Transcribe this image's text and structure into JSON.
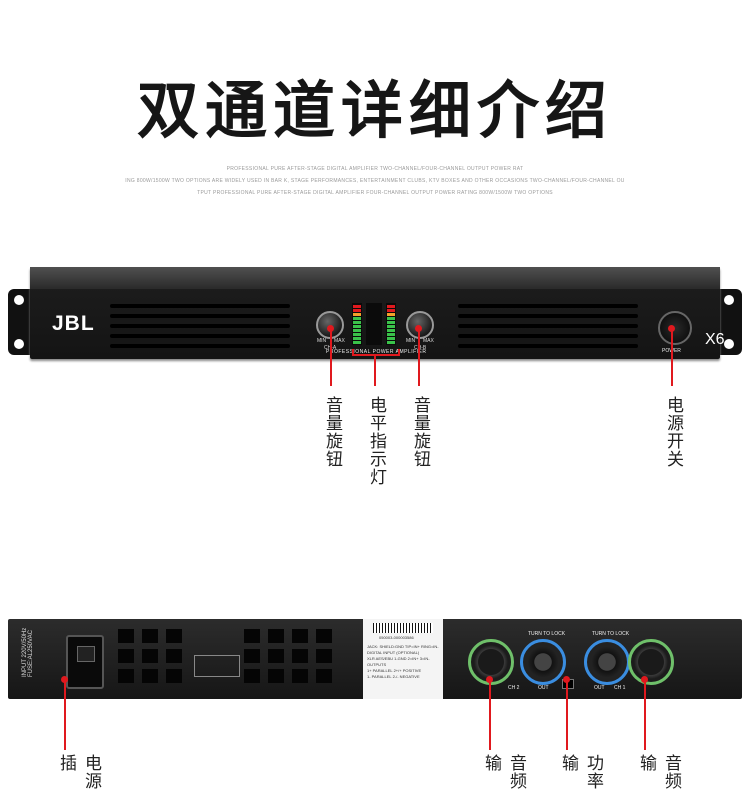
{
  "heading": "双通道详细介绍",
  "subtitle_lines": [
    "PROFESSIONAL PURE AFTER-STAGE DIGITAL AMPLIFIER TWO-CHANNEL/FOUR-CHANNEL OUTPUT POWER RAT",
    "ING 800W/1500W TWO OPTIONS ARE WIDELY USED IN BAR K, STAGE PERFORMANCES, ENTERTAINMENT CLUBS, KTV BOXES AND OTHER OCCASIONS TWO-CHANNEL/FOUR-CHANNEL OU",
    "TPUT PROFESSIONAL PURE AFTER-STAGE DIGITAL AMPLIFIER FOUR-CHANNEL OUTPUT POWER RATING 800W/1500W TWO OPTIONS"
  ],
  "front_panel": {
    "brand": "JBL",
    "model": "X6",
    "panel_label": "PROFESSIONAL POWER AMPLIFIER",
    "knob_a": {
      "min": "MIN",
      "max": "MAX",
      "channel": "CH-A"
    },
    "knob_b": {
      "min": "MIN",
      "max": "MAX",
      "channel": "CH-B"
    },
    "power_label": "POWER"
  },
  "front_callouts": {
    "volume_knob_left": "音量旋钮",
    "level_indicator": "电平指示灯",
    "volume_knob_right": "音量旋钮",
    "power_switch": "电源开关"
  },
  "rear_panel": {
    "input_text": "INPUT 220V/50Hz",
    "fuse_text": "FUSE:AL250VAC",
    "plate_lines": [
      "JACK: SHIELD:GND TIP=IN+ RING=IN-",
      "DIGITAL INPUT (OPTIONAL)",
      "XLR AES/EBU 1-GND 2=IN+ 3=IN-",
      "OUTPUTS",
      "1+ PARALLEL 2+/+ POSITIVE",
      "1- PARALLEL 2-/- NEGATIVE"
    ],
    "serial": "050003-000003586",
    "turn_to_lock": "TURN TO LOCK",
    "ch2": "CH 2",
    "ch1": "CH 1",
    "out": "OUT"
  },
  "rear_callouts": {
    "power_input": "电源插",
    "audio_input_left": "音频输",
    "power_mode": "功率输",
    "audio_input_right": "音频输"
  },
  "colors": {
    "callout": "#e0191e",
    "xlr_ring": "#6fc06a",
    "speakon_ring": "#3a8de0"
  }
}
